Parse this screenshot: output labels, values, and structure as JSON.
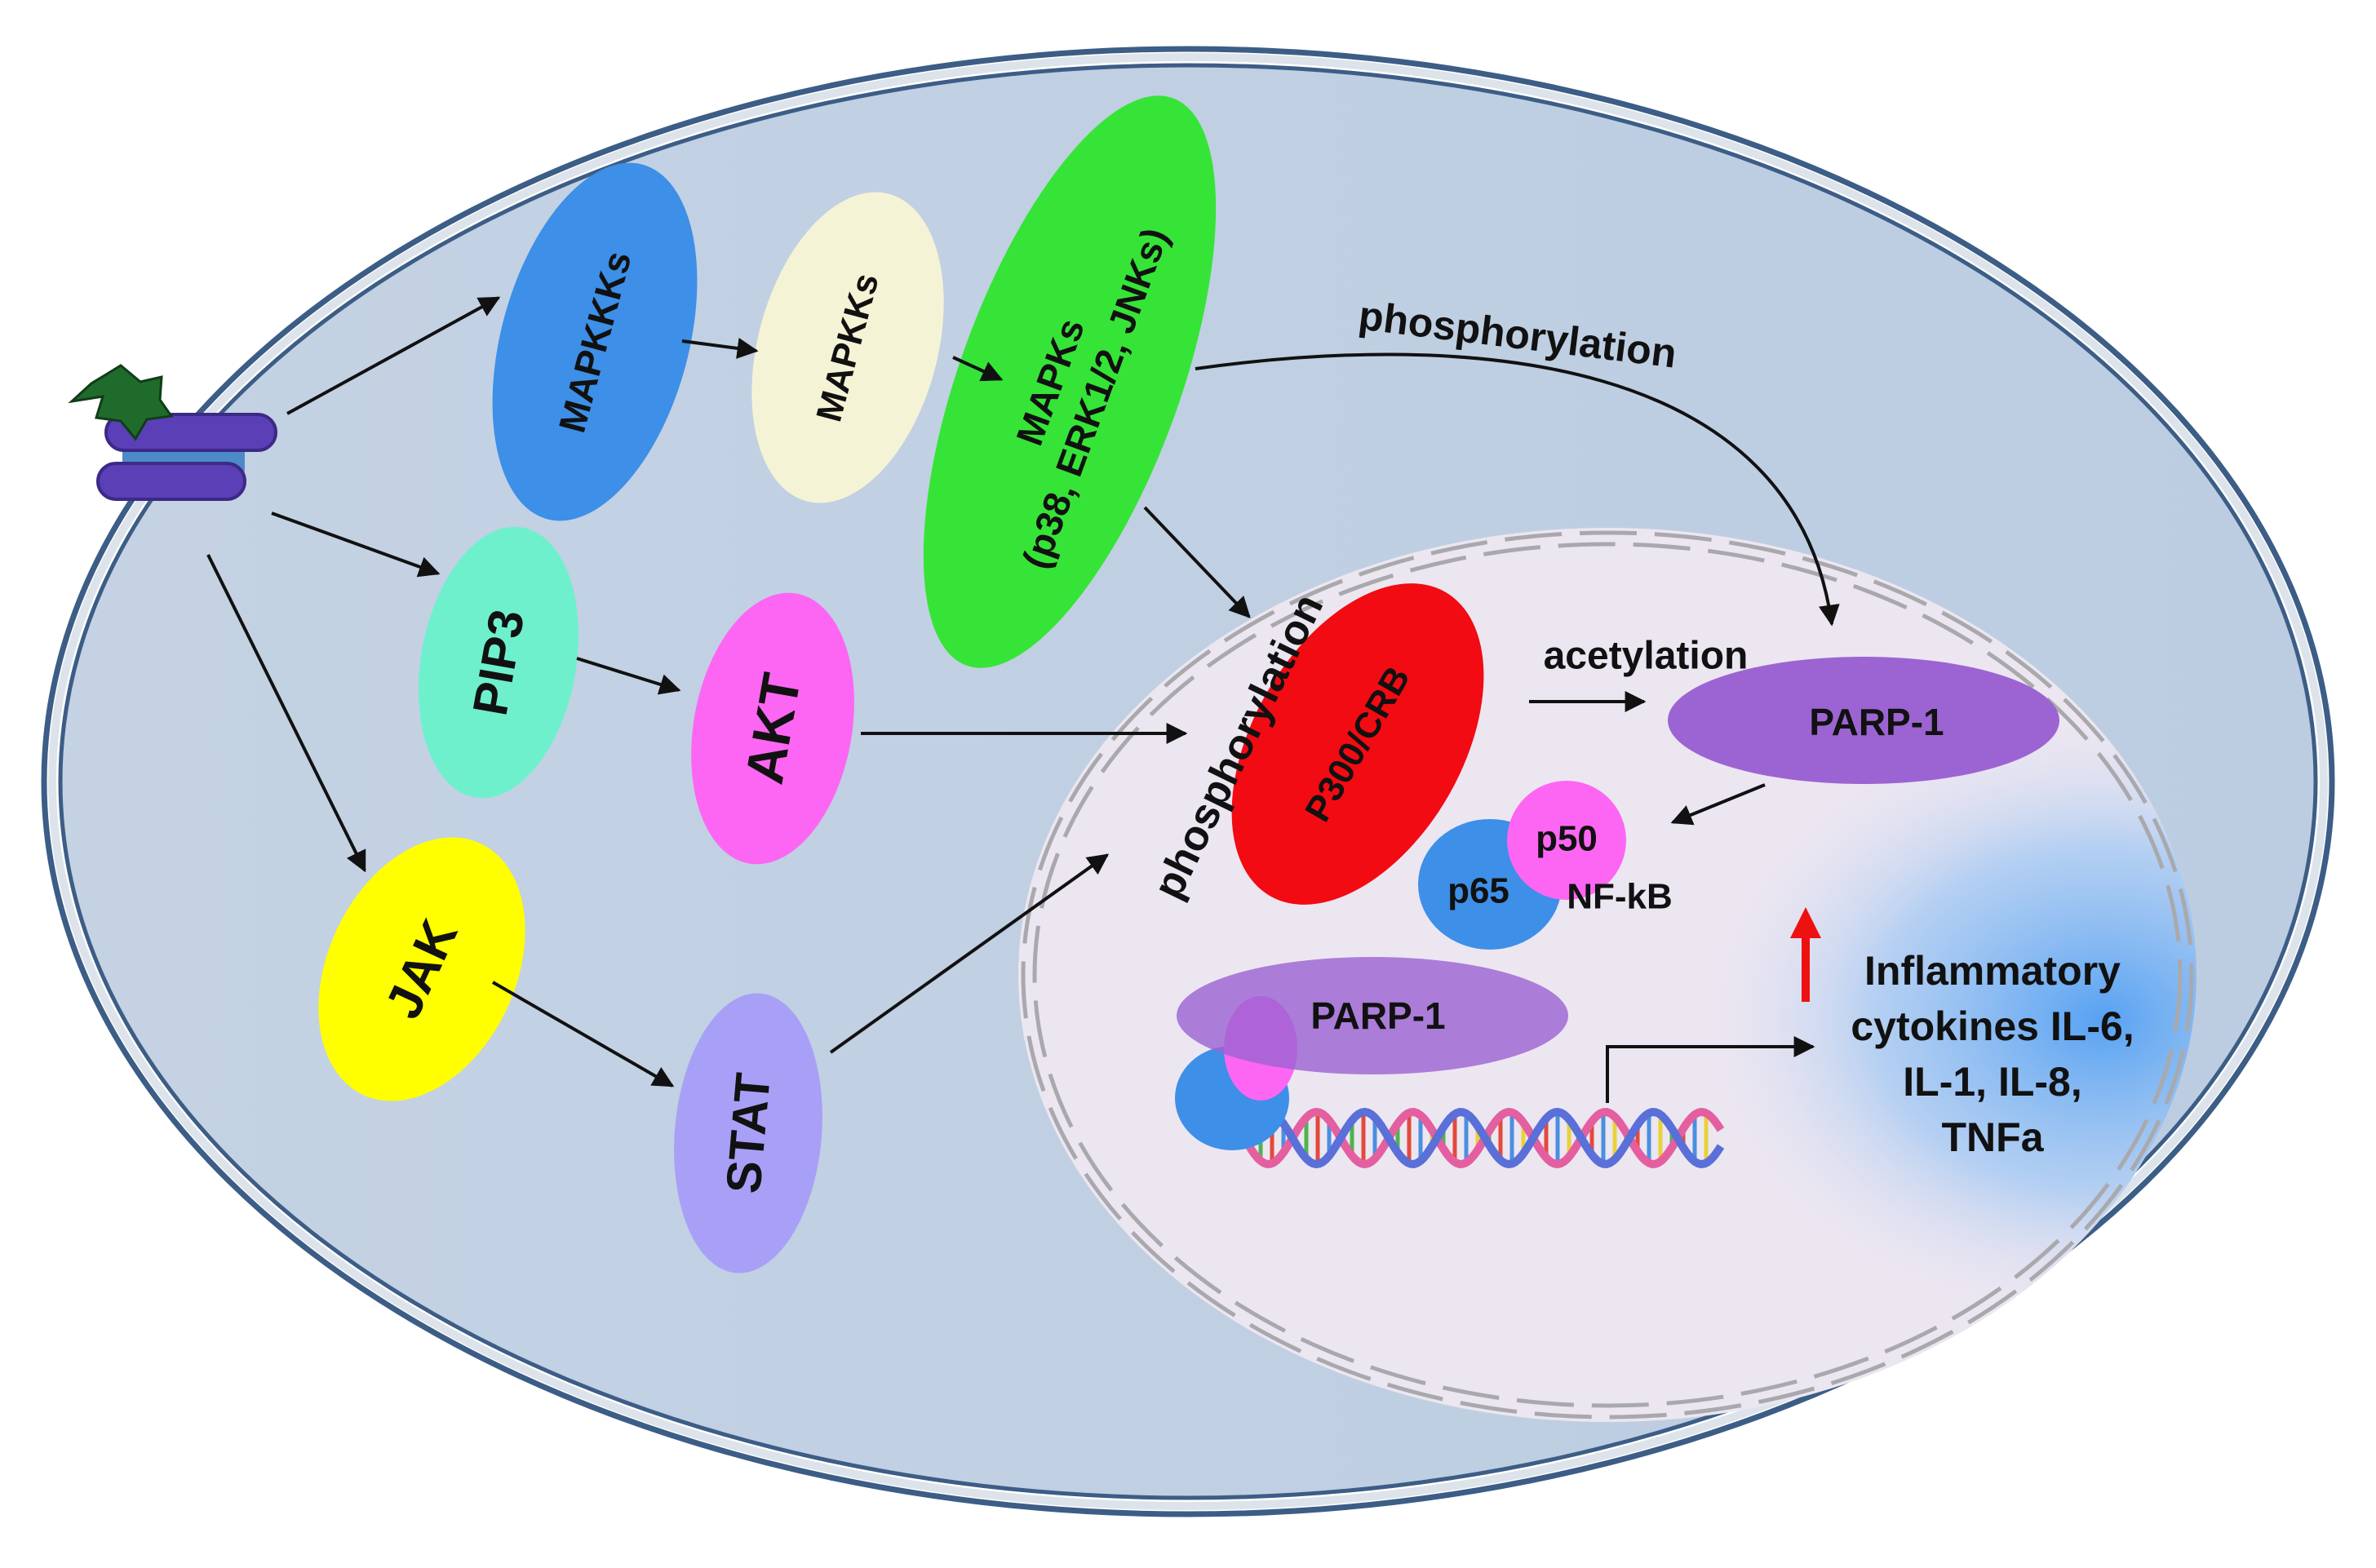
{
  "nodes": {
    "mapkkks": "MAPKKKs",
    "mapkks": "MAPKKs",
    "mapks_line1": "MAPKs",
    "mapks_line2": "(p38, ERK1/2, JNKs)",
    "pip3": "PIP3",
    "akt": "AKT",
    "jak": "JAK",
    "stat": "STAT",
    "p300": "P300/CRB",
    "parp1_top": "PARP-1",
    "parp1_bottom": "PARP-1",
    "p65": "p65",
    "p50": "p50",
    "nfkb": "NF-kB"
  },
  "labels": {
    "phosphorylation_top": "phosphorylation",
    "phosphorylation_nucleus": "phosphorylation",
    "acetylation": "acetylation"
  },
  "output": {
    "lines": [
      "Inflammatory",
      "cytokines IL-6,",
      "IL-1, IL-8,",
      "TNFa"
    ]
  },
  "colors": {
    "cell_fill": "#c2d3e4",
    "cell_border": "#3c5d86",
    "nucleus_fill": "#ece6f1",
    "mapkkks": "#3d8fe8",
    "mapkks": "#f5f3d6",
    "mapks": "#36e437",
    "pip3": "#6ff0cd",
    "akt": "#fd66f3",
    "jak": "#ffff00",
    "stat": "#a8a0f6",
    "p300": "#f20b12",
    "parp1": "#9c64d2",
    "p65": "#3d8fe8",
    "p50": "#fd66f3",
    "up_arrow": "#ee1111",
    "receptor": "#5b3fb6",
    "ligand": "#1f6b2c"
  }
}
